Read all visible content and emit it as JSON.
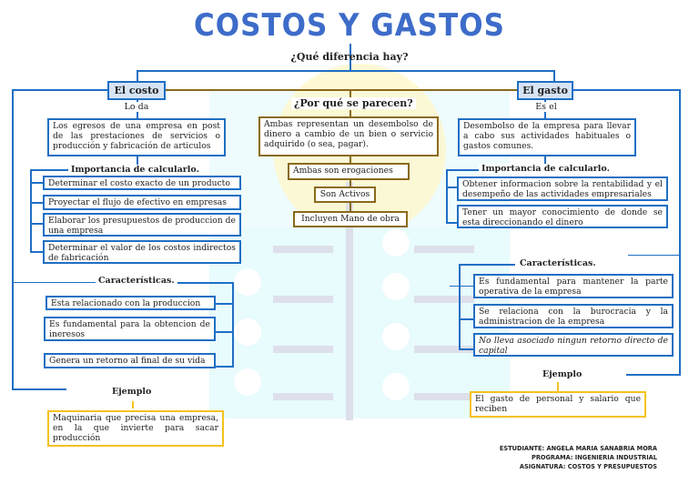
{
  "title": "COSTOS Y GASTOS",
  "subtitle": "¿Qué diferencia hay?",
  "colors": {
    "blue": "#1f6fc4",
    "brown": "#8a6a1a",
    "yellow": "#f5c21b",
    "title_blue": "#3d6cc9",
    "header_fill": "#d6e4f5"
  },
  "costo": {
    "header": "El costo",
    "link_label": "Lo da",
    "definition": "Los egresos de una empresa en post de las prestaciones de servicios o producción y fabricación de articulos",
    "importance_title": "Importancia de calcularlo.",
    "importance": [
      "Determinar el costo exacto de un producto",
      "Proyectar el flujo de efectivo en empresas",
      "Elaborar los presupuestos de produccion de una empresa",
      "Determinar el valor de los costos indirectos de fabricación"
    ],
    "characteristics_title": "Características.",
    "characteristics": [
      "Esta relacionado con la produccion",
      "Es fundamental para la obtencion de ineresos",
      "Genera un retorno al final de su vida"
    ],
    "example_title": "Ejemplo",
    "example": "Maquinaria que precisa una empresa, en la que invierte para sacar producción"
  },
  "similar": {
    "title": "¿Por qué se parecen?",
    "description": "Ambas representan un desembolso de dinero a cambio de un bien o servicio adquirido (o sea, pagar).",
    "items": [
      "Ambas son erogaciones",
      "Son Activos",
      "Incluyen Mano de obra"
    ]
  },
  "gasto": {
    "header": "El gasto",
    "link_label": "Es el",
    "definition": "Desembolso de la empresa para llevar a cabo sus actividades habituales o gastos comunes.",
    "importance_title": "Importancia de calcularlo.",
    "importance": [
      "Obtener informacion sobre la rentabilidad y el desempeño de las actividades empresariales",
      "Tener un mayor conocimiento de donde se esta direccionando el dinero"
    ],
    "characteristics_title": "Características.",
    "characteristics": [
      "Es fundamental para mantener la parte operativa de la empresa",
      "Se relaciona con la burocracia y la administracion de la empresa",
      "No lleva asociado ningun retorno directo de capital"
    ],
    "example_title": "Ejemplo",
    "example": "El gasto de personal y salario que reciben"
  },
  "footer": {
    "student": "ESTUDIANTE: ANGELA MARIA SANABRIA MORA",
    "program": "PROGRAMA: INGENIERIA INDUSTRIAL",
    "subject": "ASIGNATURA: COSTOS Y PRESUPUESTOS"
  }
}
